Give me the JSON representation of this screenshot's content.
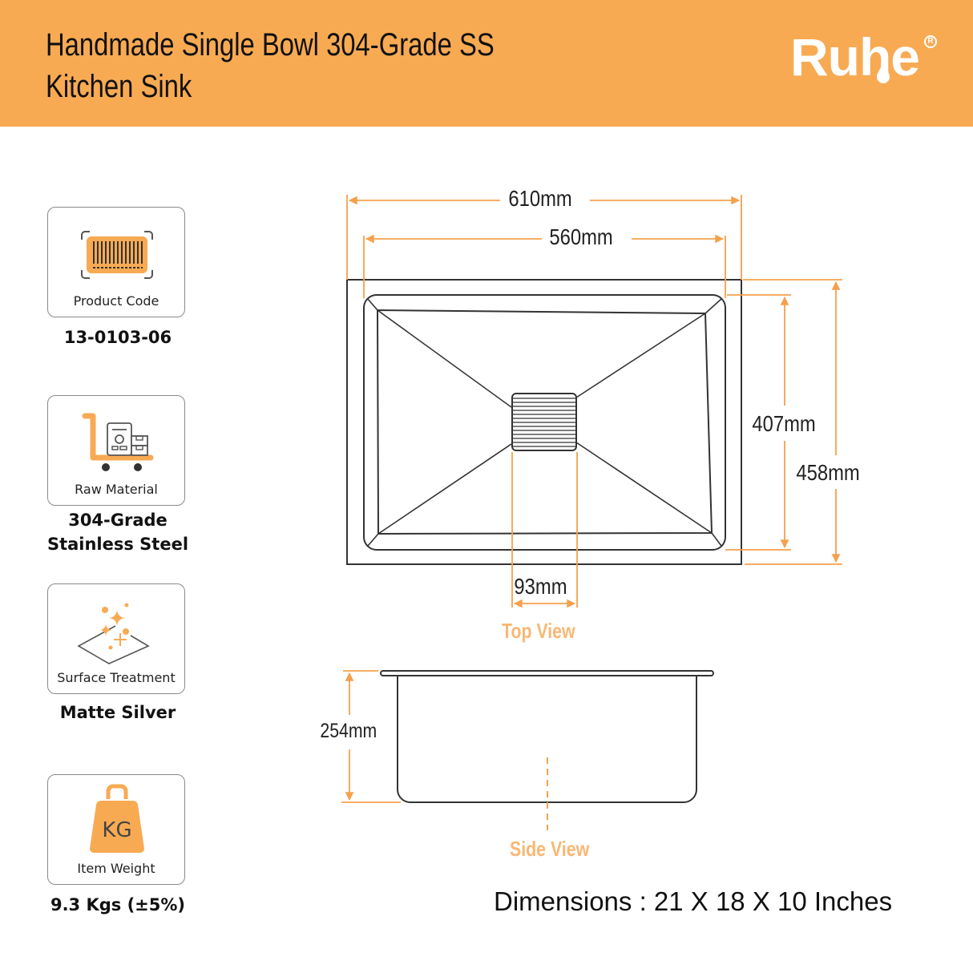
{
  "header": {
    "title_line1": "Handmade Single Bowl 304-Grade SS",
    "title_line2": "Kitchen Sink",
    "brand": "Ruhe",
    "brand_mark": "R",
    "background_color": "#f8aa53"
  },
  "specs": [
    {
      "icon": "barcode-icon",
      "label": "Product Code",
      "value_line1": "13-0103-06",
      "value_line2": ""
    },
    {
      "icon": "cart-material-icon",
      "label": "Raw Material",
      "value_line1": "304-Grade",
      "value_line2": "Stainless Steel"
    },
    {
      "icon": "sparkle-surface-icon",
      "label": "Surface Treatment",
      "value_line1": "Matte Silver",
      "value_line2": ""
    },
    {
      "icon": "kg-weight-icon",
      "label": "Item Weight",
      "value_line1": "9.3 Kgs (±5%)",
      "value_line2": "",
      "icon_text": "KG"
    }
  ],
  "top_view": {
    "label": "Top View",
    "outer_width": "610mm",
    "inner_width": "560mm",
    "inner_length": "407mm",
    "outer_length": "458mm",
    "drain_width": "93mm"
  },
  "side_view": {
    "label": "Side View",
    "depth": "254mm"
  },
  "dimensions_footer": "Dimensions : 21 X 18 X 10 Inches",
  "colors": {
    "accent": "#f8aa53",
    "dimension_line": "#f6a04d",
    "view_label": "#f9b774",
    "drawing_line": "#333333"
  }
}
